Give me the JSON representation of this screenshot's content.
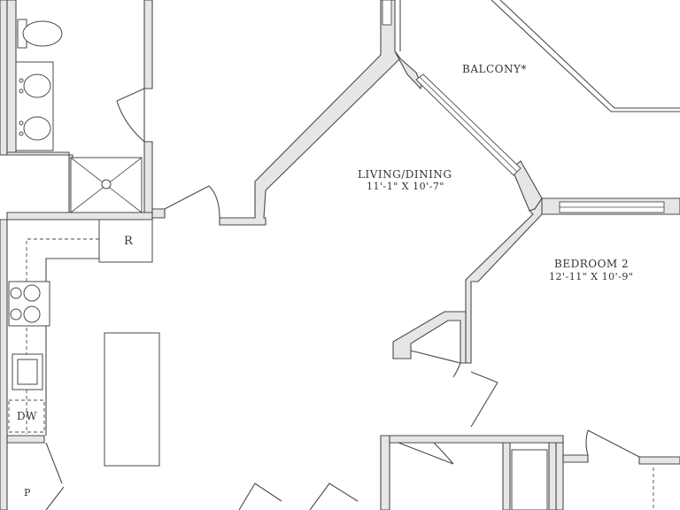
{
  "rooms": {
    "balcony": {
      "name": "BALCONY*"
    },
    "living_dining": {
      "name": "LIVING/DINING",
      "dimensions": "11'-1\" X 10'-7\""
    },
    "bedroom_2": {
      "name": "BEDROOM 2",
      "dimensions": "12'-11\" X 10'-9\""
    }
  },
  "appliances": {
    "refrigerator": "R",
    "dishwasher": "DW",
    "pantry": "P"
  }
}
